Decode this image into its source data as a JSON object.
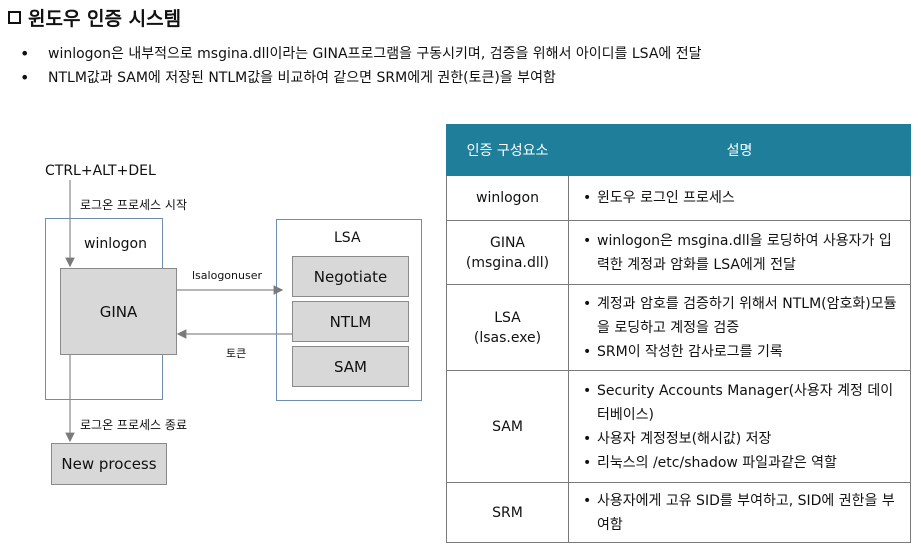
{
  "title": "윈도우 인증 시스템",
  "bullets": [
    "winlogon은 내부적으로 msgina.dll이라는 GINA프로그램을 구동시키며, 검증을 위해서 아이디를 LSA에 전달",
    "NTLM값과 SAM에 저장된 NTLM값을 비교하여 같으면 SRM에게 권한(토큰)을 부여함"
  ],
  "diagram": {
    "ctrl_alt_del": "CTRL+ALT+DEL",
    "logon_start": "로그온 프로세스 시작",
    "winlogon": "winlogon",
    "gina": "GINA",
    "lsalogonuser": "lsalogonuser",
    "token": "토큰",
    "lsa": "LSA",
    "negotiate": "Negotiate",
    "ntlm": "NTLM",
    "sam": "SAM",
    "logon_end": "로그온 프로세스 종료",
    "new_process": "New process"
  },
  "table": {
    "header_component": "인증 구성요소",
    "header_description": "설명",
    "rows": [
      {
        "component": "winlogon",
        "component_sub": "",
        "desc": [
          "윈도우 로그인 프로세스"
        ]
      },
      {
        "component": "GINA",
        "component_sub": "(msgina.dll)",
        "desc": [
          "winlogon은 msgina.dll을 로딩하여 사용자가 입력한 계정과 암화를 LSA에게 전달"
        ]
      },
      {
        "component": "LSA",
        "component_sub": "(lsas.exe)",
        "desc": [
          "계정과 암호를 검증하기 위해서 NTLM(암호화)모듈을 로딩하고 계정을 검증",
          "SRM이 작성한 감사로그를 기록"
        ]
      },
      {
        "component": "SAM",
        "component_sub": "",
        "desc": [
          "Security Accounts Manager(사용자 계정 데이터베이스)",
          "사용자 계정정보(해시값) 저장",
          "리눅스의 /etc/shadow 파일과같은 역할"
        ]
      },
      {
        "component": "SRM",
        "component_sub": "",
        "desc": [
          "사용자에게 고유 SID를 부여하고, SID에 권한을 부여함"
        ]
      }
    ]
  }
}
